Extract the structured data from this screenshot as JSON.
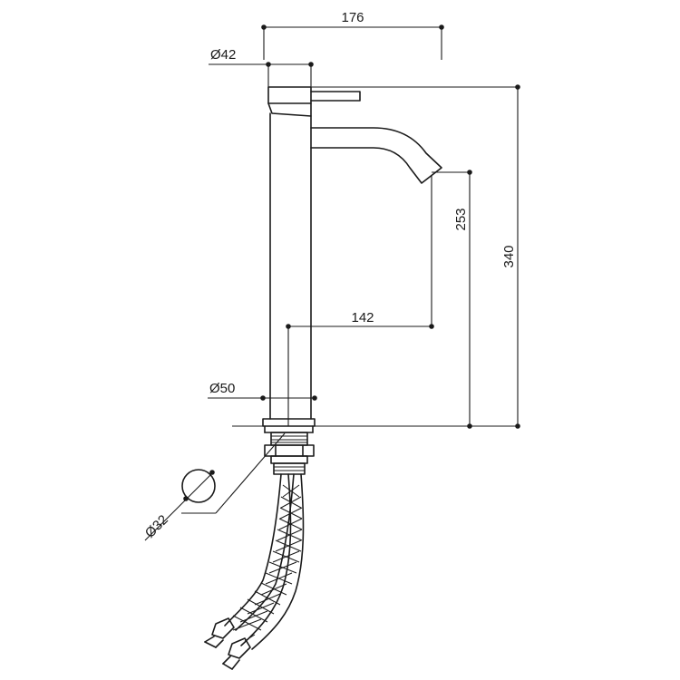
{
  "dimensions": {
    "overall_reach": "176",
    "handle_diameter": "Ø42",
    "total_height": "340",
    "spout_height": "253",
    "spout_reach": "142",
    "base_diameter": "Ø50",
    "tail_diameter": "Ø32"
  }
}
